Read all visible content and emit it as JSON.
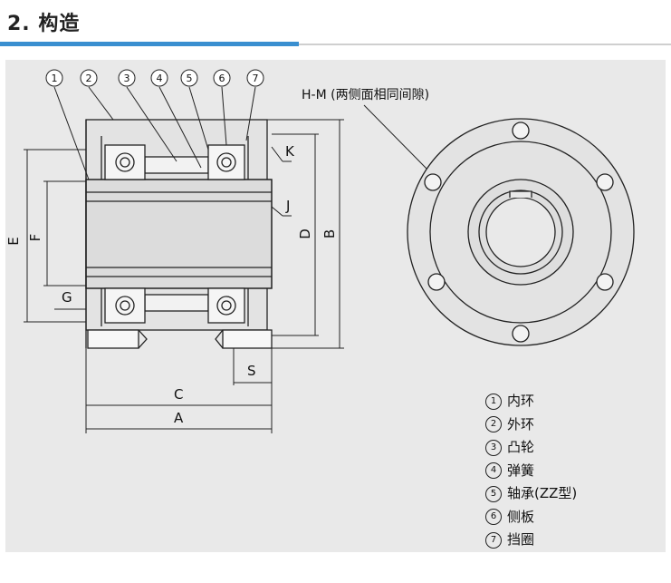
{
  "header": {
    "title": "2. 构造"
  },
  "diagram": {
    "callouts": [
      "1",
      "2",
      "3",
      "4",
      "5",
      "6",
      "7"
    ],
    "hole_note": "H-M (两侧面相同间隙)",
    "dimensions": {
      "K": "K",
      "J": "J",
      "E": "E",
      "F": "F",
      "D": "D",
      "B": "B",
      "G": "G",
      "S": "S",
      "C": "C",
      "A": "A"
    }
  },
  "legend": [
    {
      "num": "1",
      "label": "内环"
    },
    {
      "num": "2",
      "label": "外环"
    },
    {
      "num": "3",
      "label": "凸轮"
    },
    {
      "num": "4",
      "label": "弹簧"
    },
    {
      "num": "5",
      "label": "轴承(ZZ型)"
    },
    {
      "num": "6",
      "label": "侧板"
    },
    {
      "num": "7",
      "label": "挡圈"
    }
  ]
}
